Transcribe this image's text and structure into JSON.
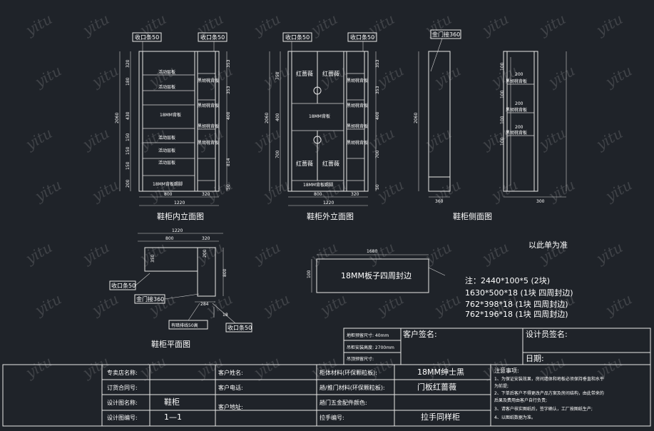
{
  "watermark": "yitu",
  "views": {
    "inner_elevation": {
      "title": "鞋柜内立面图",
      "tags": [
        "收口条50",
        "收口条50"
      ],
      "height_total": "2060",
      "left_dims": [
        "200",
        "150",
        "150",
        "150",
        "430",
        "180",
        "320"
      ],
      "right_dims": [
        "353",
        "353",
        "400",
        "814",
        "50"
      ],
      "bottom_dims": [
        "800",
        "320"
      ],
      "total_width": "1220",
      "shelf_labels": [
        "活动层板",
        "活动层板",
        "18MM背板",
        "活动层板",
        "活动层板",
        "活动层板",
        "18MM背板踢脚"
      ],
      "side_labels": [
        "黑胡桃背板",
        "黑胡桃背板",
        "黑胡桃背板",
        "黑胡桃背板"
      ]
    },
    "outer_elevation": {
      "title": "鞋柜外立面图",
      "tags": [
        "收口条50",
        "收口条50"
      ],
      "height_total": "2060",
      "left_dims": [
        "750",
        "400",
        "700"
      ],
      "right_dims": [
        "353",
        "353",
        "400",
        "700",
        "50"
      ],
      "bottom_dims": [
        "800",
        "320"
      ],
      "total_width": "1220",
      "door_labels": [
        "红蔷薇",
        "红蔷薇",
        "红蔷薇",
        "红蔷薇"
      ],
      "middle_label": "18MM背板",
      "base_label": "18MM背板踢脚",
      "side_labels": [
        "黑胡桃背板",
        "黑胡桃背板",
        "黑胡桃背板",
        "黑胡桃背板"
      ]
    },
    "side_elevation_a": {
      "title": "鞋柜侧面图",
      "tag": "金门接360",
      "height": "2060",
      "width": "360"
    },
    "side_elevation_b": {
      "dims_top": [
        "200",
        "200",
        "200"
      ],
      "dims_left": [
        "100",
        "100",
        "100",
        "100"
      ],
      "labels": [
        "黑胡桃背板",
        "黑胡桃背板",
        "黑胡桃背板"
      ],
      "width": "300",
      "note": "以此单为准"
    },
    "plan": {
      "title": "鞋柜平面图",
      "top_dim": "1220",
      "dims": [
        "800",
        "320",
        "350",
        "200",
        "800",
        "284",
        "18"
      ],
      "tags": [
        "收口条50",
        "金门接360",
        "有暗排线50高",
        "收口条50"
      ]
    },
    "panel": {
      "width_dim": "1680",
      "height_dim": "100",
      "label": "18MM板子四周封边"
    }
  },
  "notes": {
    "lines": [
      "注：2440*100*5 (2块)",
      "1630*500*18 (1块 四周封边)",
      "762*398*18 (1块 四周封边)",
      "762*196*18 (1块 四周封边)"
    ]
  },
  "title_block": {
    "mid_rows": [
      "地柜预留尺寸: 40mm",
      "吊柜安装高度: 2700mm",
      "吊顶预留尺寸:"
    ],
    "customer_sign": "客户签名:",
    "designer_sign": "设计员签名:",
    "date": "日期:",
    "left_labels": [
      "专卖店名称:",
      "订货合同号:",
      "设计图名称:",
      "设计图编号:"
    ],
    "left_values": [
      "",
      "",
      "鞋柜",
      "1—1"
    ],
    "cust_labels": [
      "客户姓名:",
      "客户电话:",
      "客户地址:"
    ],
    "mat_labels": [
      "柜体材料(环保颗粒板):",
      "趟/推门材料(环保颗粒板):",
      "趟门五金配件颜色:",
      "拉手编号:"
    ],
    "mat_values": [
      "18MM绅士黑",
      "门板红蔷薇",
      "",
      "拉手同样柜"
    ],
    "notice_title": "注意事项:",
    "notice_lines": [
      "1、为保证安装效果，房间墙体和地板必须保持垂直和水平",
      "为前提;",
      "2、下单后客户不得更改产品方案及房间结构，由此带来的",
      "后果及费用由客户自行负责;",
      "3、请客户核实图纸后，签字确认，工厂按图纸生产;",
      "4、以图纸数据为准。"
    ]
  }
}
